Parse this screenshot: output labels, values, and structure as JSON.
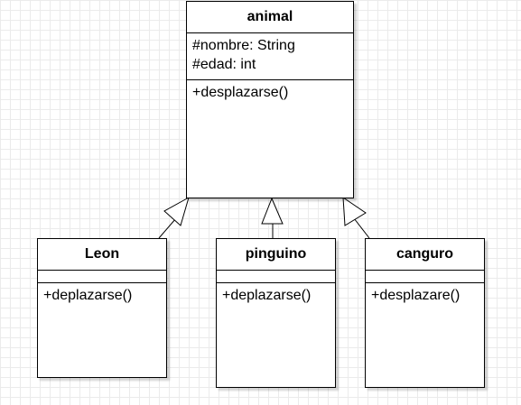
{
  "classes": {
    "animal": {
      "name": "animal",
      "attributes": [
        "#nombre: String",
        "#edad: int"
      ],
      "methods": [
        "+desplazarse()"
      ]
    },
    "leon": {
      "name": "Leon",
      "attributes": [],
      "methods": [
        "+deplazarse()"
      ]
    },
    "pinguino": {
      "name": "pinguino",
      "attributes": [],
      "methods": [
        "+deplazarse()"
      ]
    },
    "canguro": {
      "name": "canguro",
      "attributes": [],
      "methods": [
        "+desplazare()"
      ]
    }
  },
  "relations": [
    {
      "type": "generalization",
      "from": "leon",
      "to": "animal"
    },
    {
      "type": "generalization",
      "from": "pinguino",
      "to": "animal"
    },
    {
      "type": "generalization",
      "from": "canguro",
      "to": "animal"
    }
  ]
}
